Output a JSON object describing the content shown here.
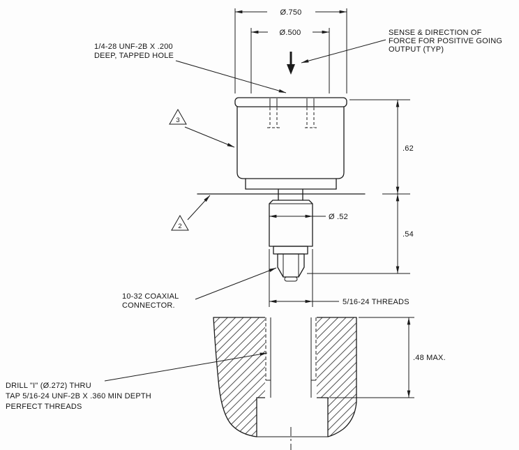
{
  "drawing": {
    "dimensions": {
      "outer_diameter": "Ø.750",
      "top_circle_diameter": "Ø.500",
      "body_height": ".62",
      "connector_length": ".54",
      "connector_diameter": "Ø .52",
      "thread_callout": "5/16-24 THREADS",
      "tap_depth": ".48 MAX."
    },
    "notes": {
      "tapped_hole_line1": "1/4-28 UNF-2B X .200",
      "tapped_hole_line2": "DEEP, TAPPED HOLE",
      "sense_line1": "SENSE & DIRECTION OF",
      "sense_line2": "FORCE FOR POSITIVE GOING",
      "sense_line3": "OUTPUT (TYP)",
      "coax_line1": "10-32 COAXIAL",
      "coax_line2": "CONNECTOR.",
      "drill_line1": "DRILL \"I\" (Ø.272) THRU",
      "drill_line2": "TAP 5/16-24 UNF-2B X .360 MIN DEPTH",
      "drill_line3": "PERFECT THREADS"
    },
    "flags": {
      "flag_3": "3",
      "flag_2": "2"
    }
  }
}
